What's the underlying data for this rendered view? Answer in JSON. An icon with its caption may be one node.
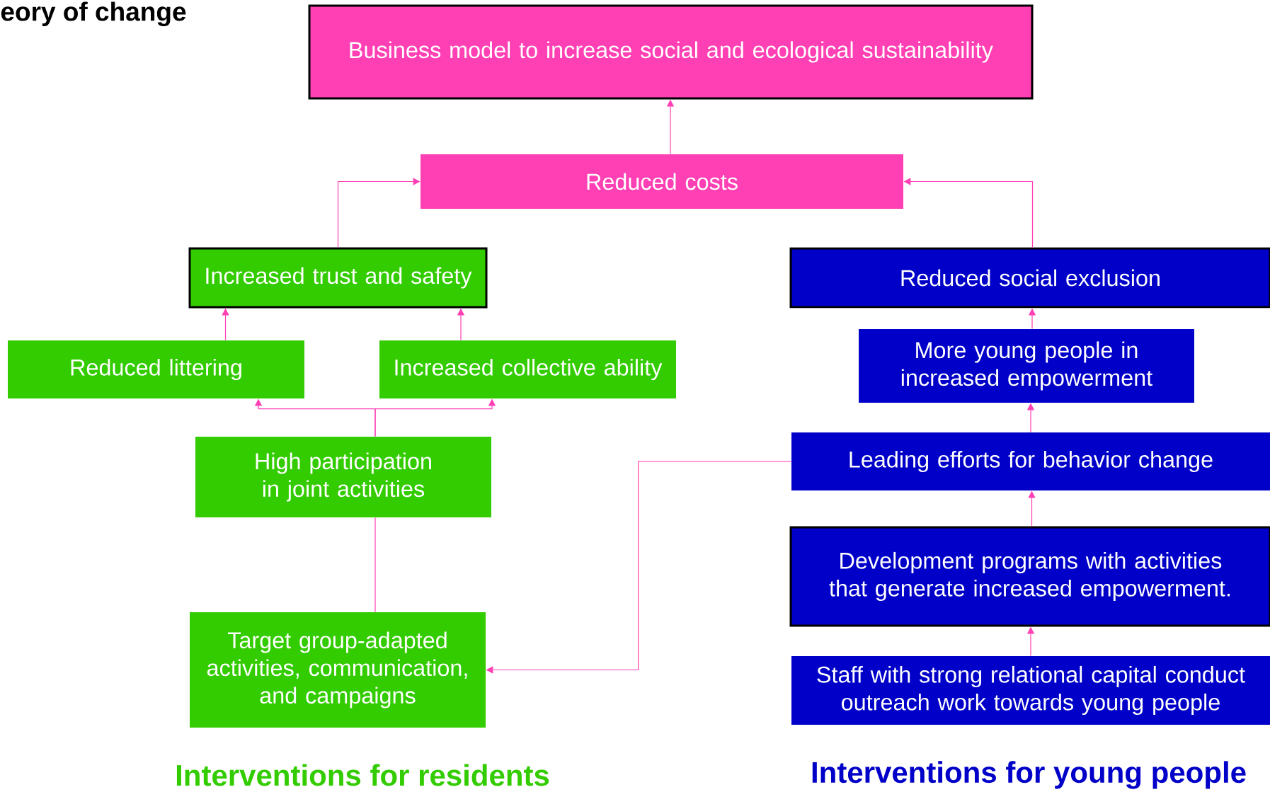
{
  "diagram": {
    "title": "eory of change",
    "nodes": [
      {
        "text": [
          "Business model to increase social and ecological sustainability"
        ]
      },
      {
        "text": [
          "Reduced costs"
        ]
      },
      {
        "text": [
          "Increased trust and safety"
        ]
      },
      {
        "text": [
          "Reduced social exclusion"
        ]
      },
      {
        "text": [
          "Reduced littering"
        ]
      },
      {
        "text": [
          "Increased collective ability"
        ]
      },
      {
        "text": [
          "More young people in increased empowerment"
        ]
      },
      {
        "text": [
          "High participation in joint activities"
        ]
      },
      {
        "text": [
          "Leading efforts for behavior change"
        ]
      },
      {
        "text": [
          "Target group-adapted activities, communication, and campaigns"
        ]
      },
      {
        "text": [
          "Development programs with activities that generate increased empowerment."
        ]
      },
      {
        "text": [
          "Staff with strong relational capital conduct outreach work towards young people"
        ]
      }
    ],
    "edges": [
      {
        "from": 1,
        "to": 0,
        "arrow": "to"
      },
      {
        "from": 2,
        "to": 1,
        "arrow": "to"
      },
      {
        "from": 3,
        "to": 1,
        "arrow": "to"
      },
      {
        "from": 4,
        "to": 2,
        "arrow": "to"
      },
      {
        "from": 5,
        "to": 2,
        "arrow": "to"
      },
      {
        "from": 7,
        "to": 4,
        "arrow": "to"
      },
      {
        "from": 7,
        "to": 5,
        "arrow": "to"
      },
      {
        "from": 7,
        "to": 9,
        "arrow": "none"
      },
      {
        "from": 8,
        "to": 9,
        "arrow": "to"
      },
      {
        "from": 6,
        "to": 3,
        "arrow": "to"
      },
      {
        "from": 8,
        "to": 6,
        "arrow": "to"
      },
      {
        "from": 10,
        "to": 8,
        "arrow": "to"
      },
      {
        "from": 11,
        "to": 10,
        "arrow": "to"
      }
    ],
    "labels": [
      "Interventions for residents",
      "Interventions for young people"
    ]
  }
}
